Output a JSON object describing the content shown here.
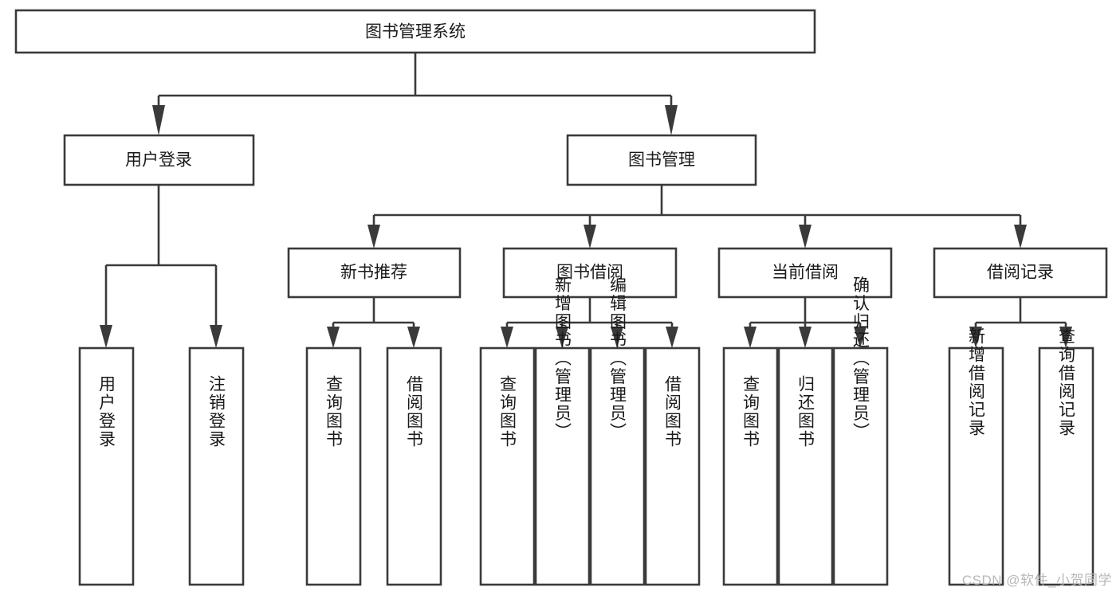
{
  "diagram": {
    "type": "tree",
    "title": "图书管理系统",
    "watermark": "CSDN @软件_小贺同学",
    "colors": {
      "box_stroke": "#3a3a3a",
      "box_fill": "#ffffff",
      "text": "#1a1a1a",
      "background": "#ffffff",
      "watermark": "#b8b8b8"
    },
    "nodes": {
      "root": {
        "label": "图书管理系统"
      },
      "level1": [
        {
          "id": "user-login",
          "label": "用户登录"
        },
        {
          "id": "book-manage",
          "label": "图书管理"
        }
      ],
      "level2": [
        {
          "id": "new-book-recommend",
          "label": "新书推荐",
          "parent": "book-manage"
        },
        {
          "id": "book-borrow",
          "label": "图书借阅",
          "parent": "book-manage"
        },
        {
          "id": "current-borrow",
          "label": "当前借阅",
          "parent": "book-manage"
        },
        {
          "id": "borrow-record",
          "label": "借阅记录",
          "parent": "book-manage"
        }
      ],
      "leaves": {
        "user-login": [
          {
            "id": "leaf-user-login",
            "label": "用户登录"
          },
          {
            "id": "leaf-user-logout",
            "label": "注销登录"
          }
        ],
        "new-book-recommend": [
          {
            "id": "leaf-query-book-1",
            "label": "查询图书"
          },
          {
            "id": "leaf-borrow-book-1",
            "label": "借阅图书"
          }
        ],
        "book-borrow": [
          {
            "id": "leaf-query-book-2",
            "label": "查询图书"
          },
          {
            "id": "leaf-add-book",
            "label": "新增图书（管理员）"
          },
          {
            "id": "leaf-edit-book",
            "label": "编辑图书（管理员）"
          },
          {
            "id": "leaf-borrow-book-2",
            "label": "借阅图书"
          }
        ],
        "current-borrow": [
          {
            "id": "leaf-query-book-3",
            "label": "查询图书"
          },
          {
            "id": "leaf-return-book",
            "label": "归还图书"
          },
          {
            "id": "leaf-confirm-return",
            "label": "确认归还（管理员）"
          }
        ],
        "borrow-record": [
          {
            "id": "leaf-add-record",
            "label": "新增借阅记录"
          },
          {
            "id": "leaf-query-record",
            "label": "查询借阅记录"
          }
        ]
      }
    }
  }
}
